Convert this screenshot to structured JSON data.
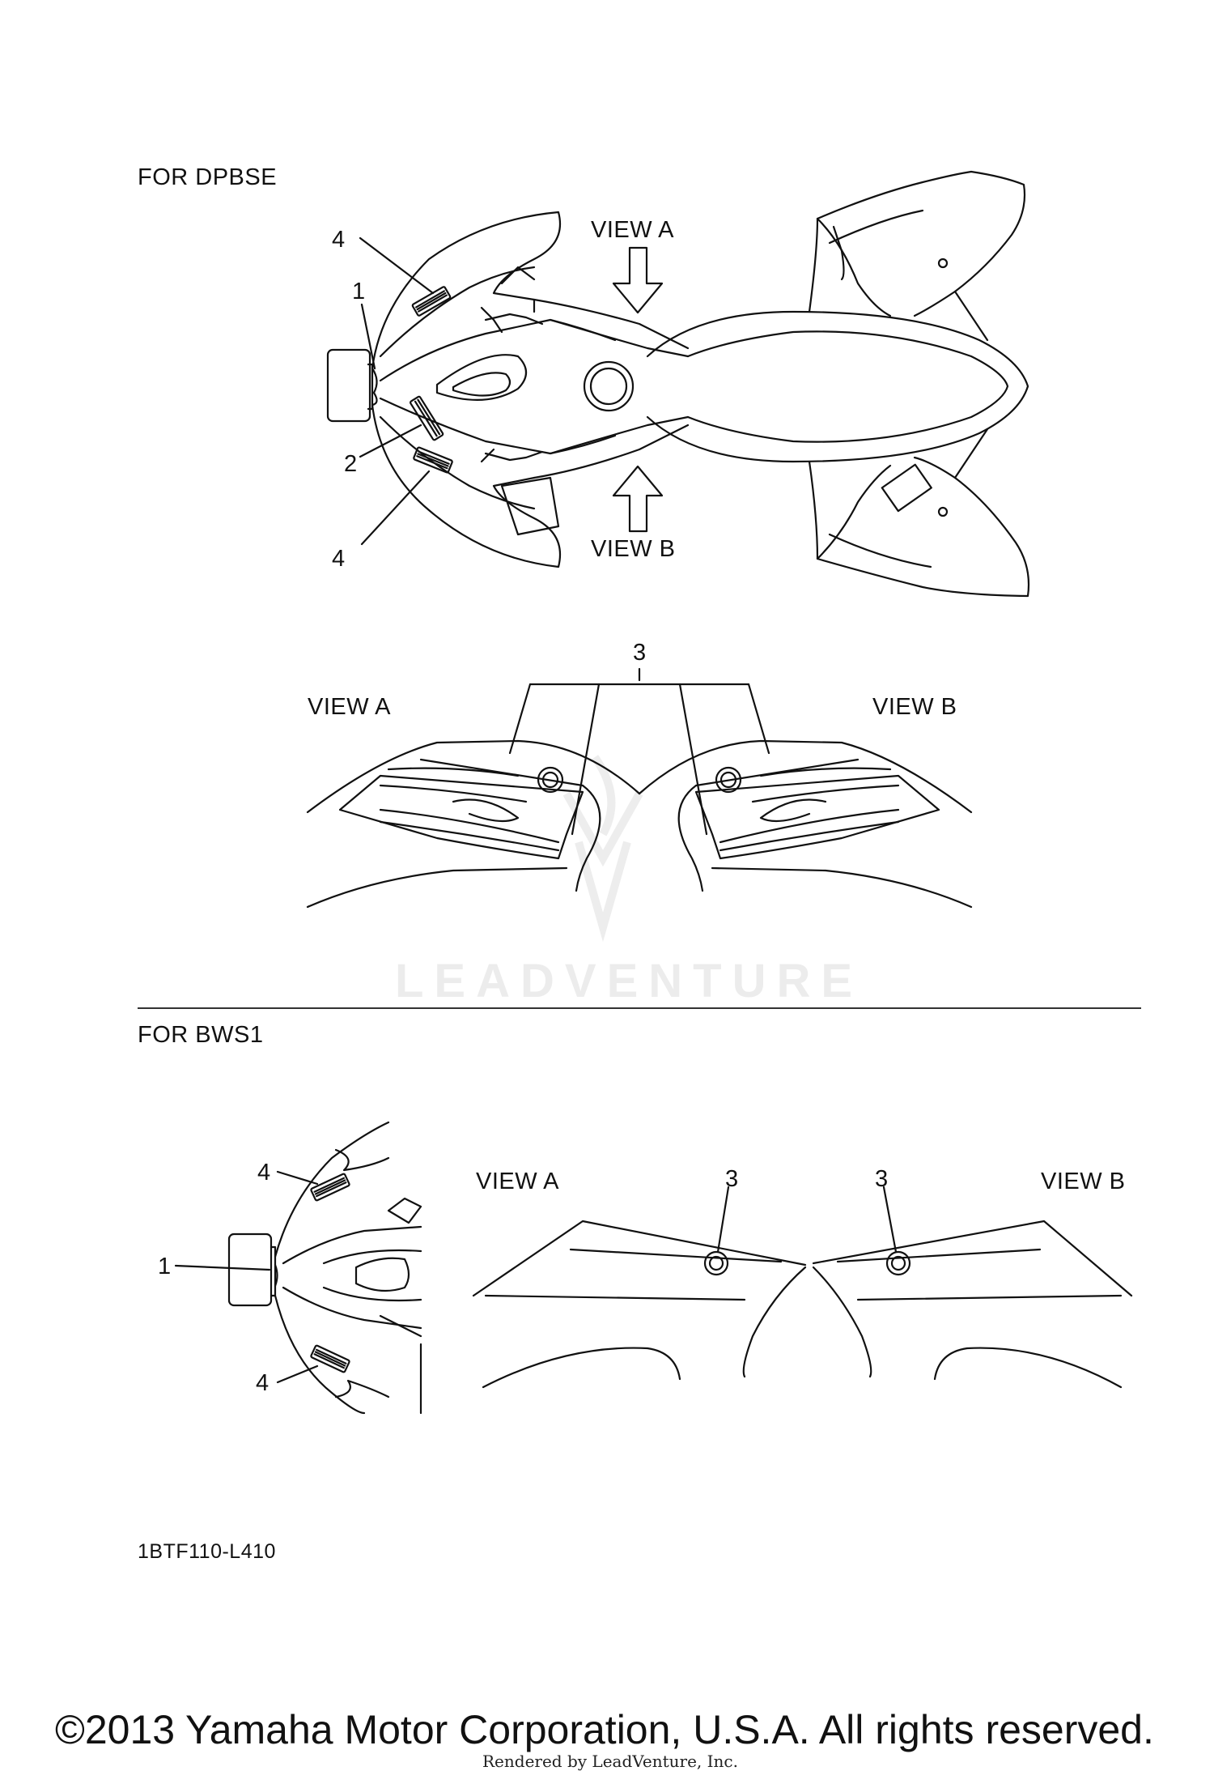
{
  "section_top": {
    "title": "FOR  DPBSE",
    "view_a_top": "VIEW A",
    "view_b_top": "VIEW B",
    "view_a": "VIEW A",
    "view_b": "VIEW B",
    "callouts": {
      "c1": "1",
      "c2": "2",
      "c3": "3",
      "c4a": "4",
      "c4b": "4"
    }
  },
  "section_bottom": {
    "title": "FOR BWS1",
    "view_a": "VIEW A",
    "view_b": "VIEW B",
    "callouts": {
      "c1": "1",
      "c3a": "3",
      "c3b": "3",
      "c4a": "4",
      "c4b": "4"
    }
  },
  "diagram_code": "1BTF110-L410",
  "watermark": "LEADVENTURE",
  "copyright": "©2013 Yamaha Motor Corporation, U.S.A. All rights reserved.",
  "rendered_by": "Rendered by LeadVenture, Inc."
}
